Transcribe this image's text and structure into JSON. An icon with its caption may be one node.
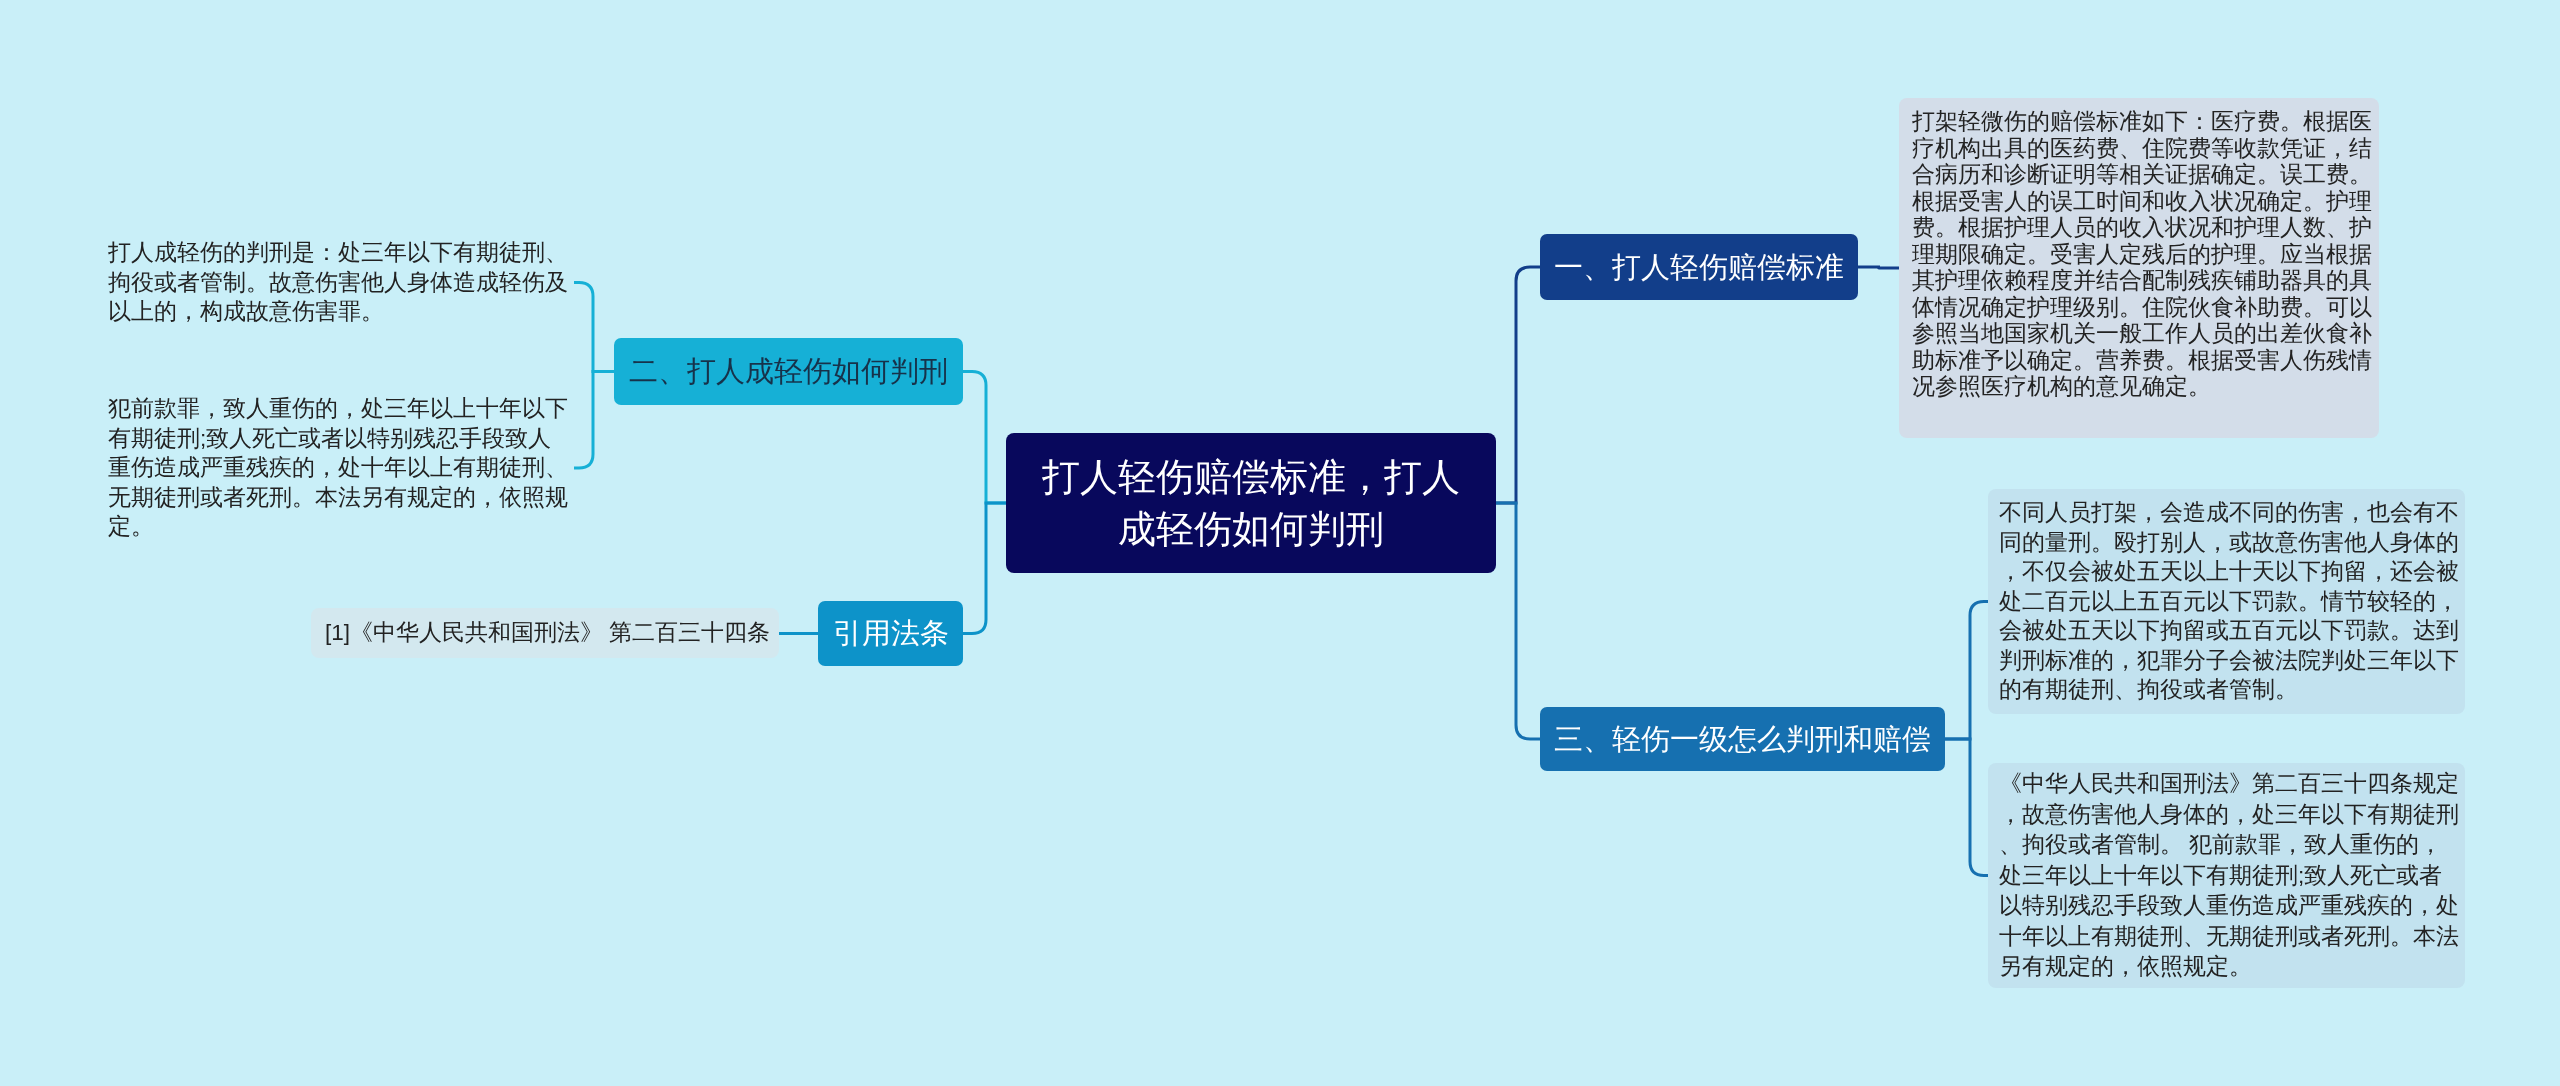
{
  "diagram": {
    "nodes": [
      {
        "text": [
          "打人轻伤赔偿标准，打人成轻伤如何判刑"
        ]
      },
      {
        "text": [
          "一、打人轻伤赔偿标准"
        ]
      },
      {
        "text": [
          "打架轻微伤的赔偿标准如下：医疗费。根据医疗机构出具的医药费、住院费等收款凭证，结合病历和诊断证明等相关证据确定。误工费。根据受害人的误工时间和收入状况确定。护理费。根据护理人员的收入状况和护理人数、护理期限确定。受害人定残后的护理。应当根据其护理依赖程度并结合配制残疾铺助器具的具体情况确定护理级别。住院伙食补助费。可以参照当地国家机关一般工作人员的出差伙食补助标准予以确定。营养费。根据受害人伤残情况参照医疗机构的意见确定。"
        ]
      },
      {
        "text": [
          "二、打人成轻伤如何判刑"
        ]
      },
      {
        "text": [
          "打人成轻伤的判刑是：处三年以下有期徒刑、拘役或者管制。故意伤害他人身体造成轻伤及以上的，构成故意伤害罪。"
        ]
      },
      {
        "text": [
          "犯前款罪，致人重伤的，处三年以上十年以下有期徒刑;致人死亡或者以特别残忍手段致人重伤造成严重残疾的，处十年以上有期徒刑、无期徒刑或者死刑。本法另有规定的，依照规定。"
        ]
      },
      {
        "text": [
          "三、轻伤一级怎么判刑和赔偿"
        ]
      },
      {
        "text": [
          "不同人员打架，会造成不同的伤害，也会有不同的量刑。殴打别人，或故意伤害他人身体的，不仅会被处五天以上十天以下拘留，还会被处二百元以上五百元以下罚款。情节较轻的，会被处五天以下拘留或五百元以下罚款。达到判刑标准的，犯罪分子会被法院判处三年以下的有期徒刑、拘役或者管制。"
        ]
      },
      {
        "text": [
          "《中华人民共和国刑法》第二百三十四条规定，故意伤害他人身体的，处三年以下有期徒刑、拘役或者管制。 犯前款罪，致人重伤的，处三年以上十年以下有期徒刑;致人死亡或者以特别残忍手段致人重伤造成严重残疾的，处十年以上有期徒刑、无期徒刑或者死刑。本法另有规定的，依照规定。"
        ]
      },
      {
        "text": [
          "引用法条"
        ]
      },
      {
        "text": [
          "[1]《中华人民共和国刑法》 第二百三十四条"
        ]
      }
    ],
    "edges": [
      {
        "from": 0,
        "to": 1,
        "arrow": "none",
        "color": "#123e8a"
      },
      {
        "from": 1,
        "to": 2,
        "arrow": "none",
        "color": "#123e8a"
      },
      {
        "from": 0,
        "to": 3,
        "arrow": "none",
        "color": "#16b0d6"
      },
      {
        "from": 3,
        "to": 4,
        "arrow": "none",
        "color": "#16b0d6"
      },
      {
        "from": 3,
        "to": 5,
        "arrow": "none",
        "color": "#16b0d6"
      },
      {
        "from": 0,
        "to": 6,
        "arrow": "none",
        "color": "#1670b0"
      },
      {
        "from": 6,
        "to": 7,
        "arrow": "none",
        "color": "#1670b0"
      },
      {
        "from": 6,
        "to": 8,
        "arrow": "none",
        "color": "#1670b0"
      },
      {
        "from": 0,
        "to": 9,
        "arrow": "none",
        "color": "#0d93c9"
      },
      {
        "from": 9,
        "to": 10,
        "arrow": "none",
        "color": "#0d93c9"
      }
    ]
  }
}
